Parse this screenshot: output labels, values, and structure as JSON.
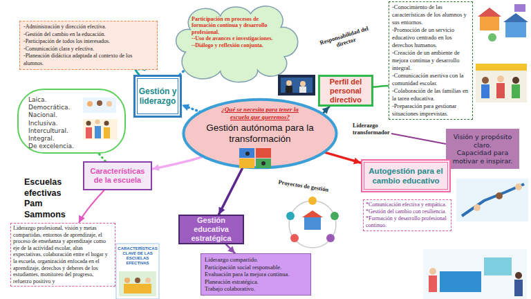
{
  "diagram": {
    "nodes": [
      {
        "text": [
          "-Administración y dirección efectiva.",
          "-Gestión del cambio en la educación.",
          "-Participación de todos los interesados.",
          "-Comunicación clara y efectiva.",
          "-Planeación didáctica adaptada al contexto de los alumnos."
        ]
      },
      {
        "text": [
          "Participación en procesos de formación continua y desarrollo profesional.",
          "--Uso de avances e investigaciones.",
          "--Diálogo y reflexión conjunta."
        ]
      },
      {
        "text": [
          "-Conocimiento de las características de los alumnos y sus entornos.",
          "-Promoción de un servicio educativo centrado en los derechos humanos.",
          "-Creación de un ambiente de mejora continua y desarrollo integral.",
          "-Comunicación asertiva con la comunidad escolar.",
          "-Colaboración de las familias en la tarea educativa.",
          "-Preparación para gestionar situaciones imprevistas."
        ]
      },
      {
        "text": [
          "Gestión y liderazgo"
        ]
      },
      {
        "text": [
          "Perfil del personal directivo"
        ]
      },
      {
        "text": [
          "Laica.",
          "Democrática.",
          "Nacional.",
          "Inclusiva.",
          "Intercultural.",
          "Integral.",
          "De excelencia."
        ]
      },
      {
        "text": [
          "¿Qué se necesita para tener la escuela que queremos?",
          "Gestión autónoma para la transformación"
        ]
      },
      {
        "text": [
          "Visión y propósito claro.",
          "Capacidad para motivar e inspirar."
        ]
      },
      {
        "text": [
          "Características de la escuela"
        ]
      },
      {
        "text": [
          "Autogestión para el cambio educativo"
        ]
      },
      {
        "text": [
          "*Comunicación efectiva y empática.",
          "*Gestión del cambio con resiliencia.",
          "*Formación y desarrollo profesional continuo."
        ]
      },
      {
        "text": [
          "Gestión educativa estratégica"
        ]
      },
      {
        "text": [
          "Liderazgo profesional, visión y metas compartidas, entornos de aprendizaje, el proceso de enseñanza y aprendizaje como eje de la actividad escolar, altas expectativas, colaboración entre el hogar y la escuela, organización enfocada en el aprendizaje, derechos y deberes de los estudiantes, monitoreo del progreso, refuerzo positivo y"
        ]
      },
      {
        "text": [
          "Liderazgo compartido.",
          "Participación social responsable.",
          "Evaluación para la mejora continua.",
          "Planeación estratégica.",
          "Trabajo colaborativo."
        ]
      }
    ],
    "edges": [
      {
        "from": 6,
        "to": 3,
        "arrow": "to"
      },
      {
        "from": 3,
        "to": 0,
        "arrow": "to"
      },
      {
        "from": 3,
        "to": 1,
        "arrow": "to"
      },
      {
        "from": 6,
        "to": 4,
        "arrow": "to"
      },
      {
        "from": 4,
        "to": 2,
        "arrow": "to"
      },
      {
        "from": 6,
        "to": 9,
        "arrow": "to"
      },
      {
        "from": 6,
        "to": 11,
        "arrow": "to"
      },
      {
        "from": 11,
        "to": 13,
        "arrow": "to"
      },
      {
        "from": 6,
        "to": 8,
        "arrow": "to"
      },
      {
        "from": 8,
        "to": 5,
        "arrow": "to"
      },
      {
        "from": 8,
        "to": 12,
        "arrow": "to"
      }
    ],
    "labels": [
      "Responsabilidad del director",
      "Liderazgo transformador",
      "Escuelas efectivas Pam Sammons",
      "Proyectos de gestión",
      "CARACTERÍSTICAS CLAVE DE LAS ESCUELAS EFECTIVAS"
    ]
  }
}
